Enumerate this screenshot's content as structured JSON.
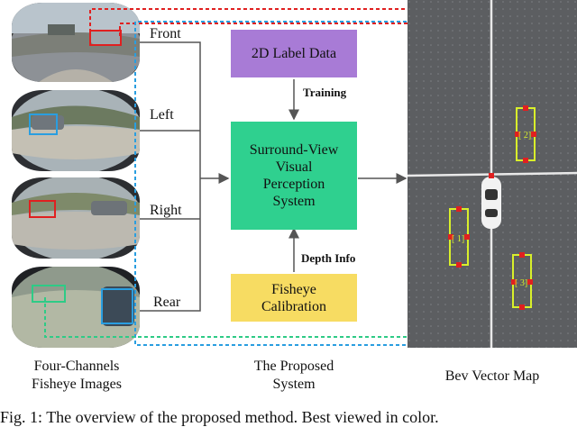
{
  "colors": {
    "label_box": "#a87bd6",
    "system_box": "#2fd08f",
    "calib_box": "#f7dc62",
    "red": "#e02020",
    "blue": "#2a9ee0",
    "green": "#2ecb86",
    "bev_bg": "#5c5e61",
    "marker": "#d9f02a"
  },
  "inputs": {
    "front": "Front",
    "left": "Left",
    "right": "Right",
    "rear": "Rear"
  },
  "boxes": {
    "label_data": "2D Label Data",
    "system": [
      "Surround-View",
      "Visual",
      "Perception",
      "System"
    ],
    "calibration": [
      "Fisheye",
      "Calibration"
    ]
  },
  "edges": {
    "training": "Training",
    "depth": "Depth Info"
  },
  "map_ids": [
    "[ 2]",
    "[ 1]",
    "[ 3]"
  ],
  "captions": {
    "left": [
      "Four-Channels",
      "Fisheye Images"
    ],
    "middle": [
      "The Proposed",
      "System"
    ],
    "right": "Bev Vector Map",
    "figure": "Fig. 1: The overview of the proposed method. Best viewed in color."
  }
}
